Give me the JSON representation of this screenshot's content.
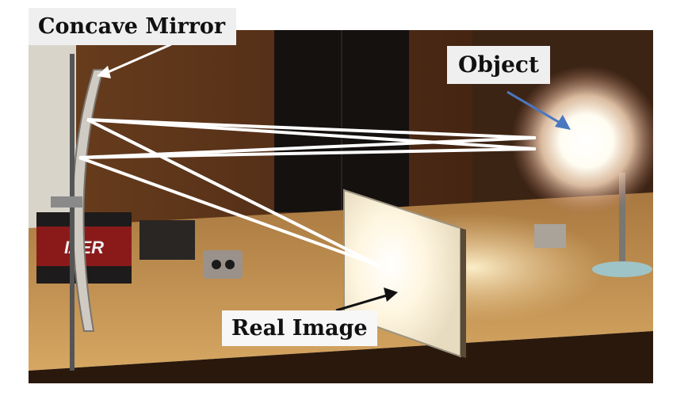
{
  "labels": {
    "mirror": "Concave Mirror",
    "object": "Object",
    "image": "Real Image"
  },
  "props": {
    "battery_brand": "IZER"
  },
  "colors": {
    "table_wood": "#c99a5a",
    "wall": "#5a3218",
    "door": "#15110f",
    "ray_lines": "#ffffff",
    "object_arrow": "#4a78c0",
    "image_arrow": "#111111",
    "label_bg": "#efefef"
  }
}
